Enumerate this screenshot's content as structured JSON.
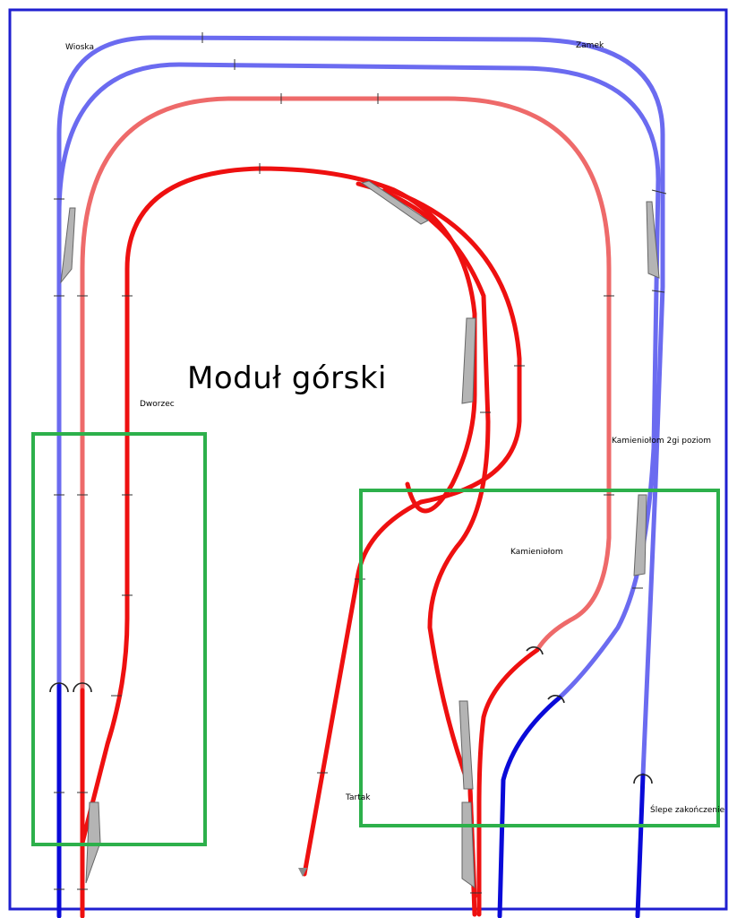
{
  "title": "Moduł górski",
  "labels": {
    "wioska": "Wioska",
    "zamek": "Zamek",
    "dworzec": "Dworzec",
    "kamieniolom_2gi": "Kamieniołom 2gi poziom",
    "kamieniolom": "Kamieniołom",
    "tartak": "Tartak",
    "slepe": "Ślepe zakończenie"
  },
  "colors": {
    "frame": "#1f1fd0",
    "track_blue_light": "#6b6bf0",
    "track_blue_dark": "#0a0ad8",
    "track_pink": "#ee6a6a",
    "track_red": "#ee1010",
    "switch_gray": "#b4b4b4",
    "zone_green": "#2db04b"
  }
}
